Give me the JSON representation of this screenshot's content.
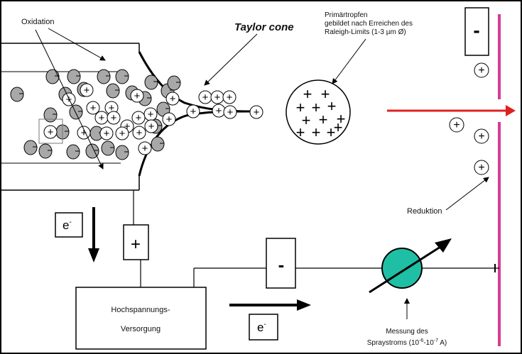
{
  "labels": {
    "oxidation": "Oxidation",
    "taylor_cone": "Taylor cone",
    "primary_drops": "Primärtropfen",
    "primary_drops_line2": "gebildet nach Erreichen des",
    "primary_drops_line3": "Raleigh-Limits (1-3 µm Ø)",
    "reduction": "Reduktion",
    "power_supply_line1": "Hochspannungs-",
    "power_supply_line2": "Versorgung",
    "measure_line1": "Messung des",
    "measure_line2_pre": "Spraystroms (10",
    "measure_exp1": "-6",
    "measure_mid": "-10",
    "measure_exp2": "-7",
    "measure_post": " A)"
  },
  "symbols": {
    "electron_base": "e",
    "electron_sup": "-",
    "plus": "+",
    "minus": "-",
    "ion_charge": "+"
  },
  "colors": {
    "counter_electrode": "#d63c8f",
    "spray_arrow": "#e02020",
    "ammeter_fill": "#1fbfa6",
    "neutral_droplet": "#a8a8a8"
  }
}
